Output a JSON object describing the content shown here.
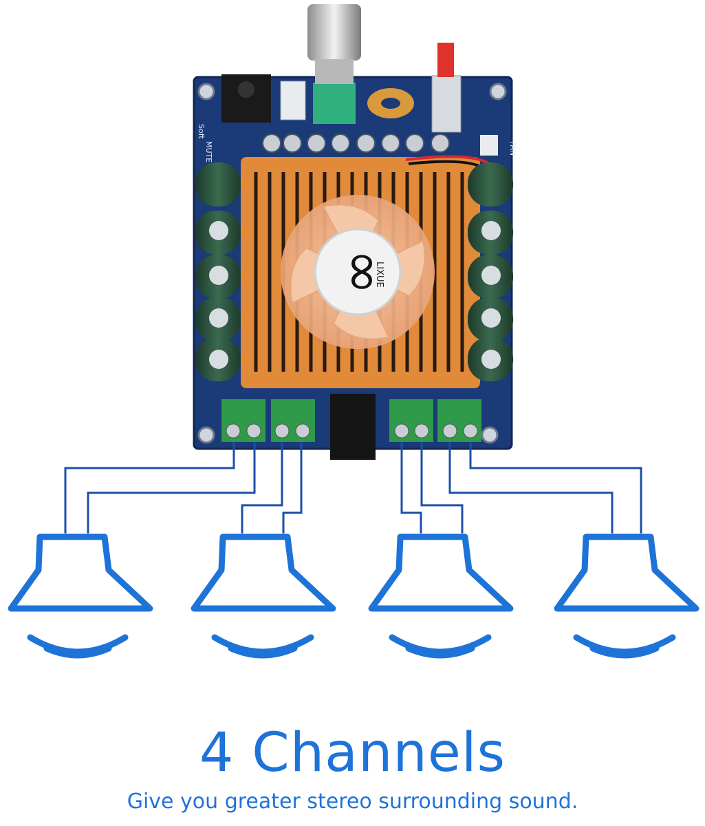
{
  "headline": "4 Channels",
  "subline": "Give you greater stereo surrounding sound.",
  "board": {
    "fan_brand": "LIXUE",
    "silk_fan": "FAN",
    "silk_soft": "Soft",
    "silk_mute": "MUTE"
  },
  "speakers": [
    {
      "icon": "speaker-icon"
    },
    {
      "icon": "speaker-icon"
    },
    {
      "icon": "speaker-icon"
    },
    {
      "icon": "speaker-icon"
    }
  ],
  "colors": {
    "accent": "#1e73d8",
    "pcb": "#1b3a78",
    "heatsink": "#e08a3a",
    "terminal": "#2f9a4a",
    "wire": "#1c4fa8"
  }
}
